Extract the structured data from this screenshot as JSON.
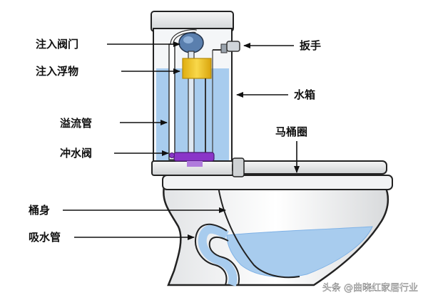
{
  "labels": {
    "fill_valve": "注入阀门",
    "fill_float": "注入浮物",
    "overflow_tube": "溢流管",
    "flush_valve": "冲水阀",
    "bowl_body": "桶身",
    "siphon_tube": "吸水管",
    "handle": "扳手",
    "tank": "水箱",
    "toilet_seat": "马桶圈"
  },
  "watermark": "头条 @曲晓红家居行业",
  "colors": {
    "water": "#a8ccee",
    "water_dark": "#7fb2e6",
    "outline": "#222222",
    "float": "#f2c81f",
    "flapper": "#8a35c8",
    "valve": "#5a7fae"
  }
}
